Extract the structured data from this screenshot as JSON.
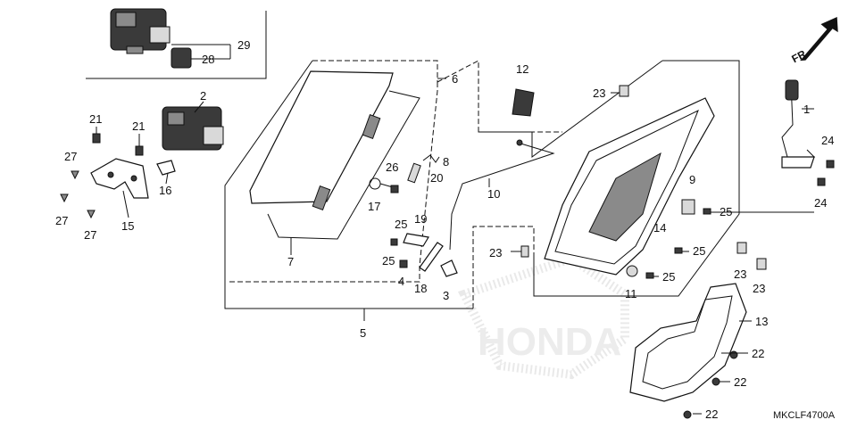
{
  "diagram": {
    "code": "MKCLF4700A",
    "direction_label": "FR.",
    "watermark": "HONDA",
    "callouts": [
      {
        "id": "c29",
        "text": "29"
      },
      {
        "id": "c28",
        "text": "28"
      },
      {
        "id": "c2",
        "text": "2"
      },
      {
        "id": "c21a",
        "text": "21"
      },
      {
        "id": "c21b",
        "text": "21"
      },
      {
        "id": "c27a",
        "text": "27"
      },
      {
        "id": "c27b",
        "text": "27"
      },
      {
        "id": "c27c",
        "text": "27"
      },
      {
        "id": "c15",
        "text": "15"
      },
      {
        "id": "c16",
        "text": "16"
      },
      {
        "id": "c6",
        "text": "6"
      },
      {
        "id": "c7",
        "text": "7"
      },
      {
        "id": "c5",
        "text": "5"
      },
      {
        "id": "c26",
        "text": "26"
      },
      {
        "id": "c17",
        "text": "17"
      },
      {
        "id": "c20",
        "text": "20"
      },
      {
        "id": "c8",
        "text": "8"
      },
      {
        "id": "c10",
        "text": "10"
      },
      {
        "id": "c19",
        "text": "19"
      },
      {
        "id": "c25a",
        "text": "25"
      },
      {
        "id": "c25b",
        "text": "25"
      },
      {
        "id": "c4",
        "text": "4"
      },
      {
        "id": "c18",
        "text": "18"
      },
      {
        "id": "c3",
        "text": "3"
      },
      {
        "id": "c23a",
        "text": "23"
      },
      {
        "id": "c12",
        "text": "12"
      },
      {
        "id": "c23b",
        "text": "23"
      },
      {
        "id": "c9",
        "text": "9"
      },
      {
        "id": "c25c",
        "text": "25"
      },
      {
        "id": "c14",
        "text": "14"
      },
      {
        "id": "c25d",
        "text": "25"
      },
      {
        "id": "c25e",
        "text": "25"
      },
      {
        "id": "c11",
        "text": "11"
      },
      {
        "id": "c1",
        "text": "1"
      },
      {
        "id": "c24a",
        "text": "24"
      },
      {
        "id": "c24b",
        "text": "24"
      },
      {
        "id": "c23c",
        "text": "23"
      },
      {
        "id": "c23d",
        "text": "23"
      },
      {
        "id": "c13",
        "text": "13"
      },
      {
        "id": "c22a",
        "text": "22"
      },
      {
        "id": "c22b",
        "text": "22"
      },
      {
        "id": "c22c",
        "text": "22"
      }
    ]
  }
}
